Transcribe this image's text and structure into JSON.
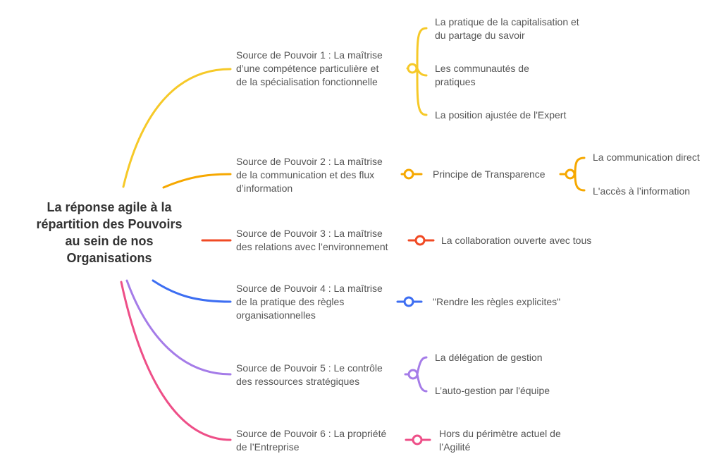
{
  "root": {
    "label": "La réponse agile à la\nrépartition des Pouvoirs\nau sein de nos\nOrganisations"
  },
  "colors": {
    "s1": "#f6c928",
    "s2": "#f6a800",
    "s3": "#f04a24",
    "s4": "#3d6ef2",
    "s5": "#a57ce8",
    "s6": "#ee4f88"
  },
  "branches": [
    {
      "label": "Source de Pouvoir 1 : La maîtrise\nd’une compétence particulière et\nde la spécialisation fonctionnelle",
      "children": [
        "La pratique de la capitalisation et\ndu partage du savoir",
        "Les communautés de\npratiques",
        "La position ajustée de l'Expert"
      ]
    },
    {
      "label": "Source de Pouvoir 2 : La maîtrise\nde la communication et des flux\nd’information",
      "children": [
        {
          "label": "Principe de Transparence",
          "children": [
            "La communication direct",
            "L'accès à l’information"
          ]
        }
      ]
    },
    {
      "label": "Source de Pouvoir 3 : La maîtrise\ndes relations avec l’environnement",
      "children": [
        "La collaboration ouverte avec tous"
      ]
    },
    {
      "label": "Source de Pouvoir 4 : La maîtrise\nde la pratique des règles\norganisationnelles",
      "children": [
        "\"Rendre les règles explicites\""
      ]
    },
    {
      "label": "Source de Pouvoir 5 : Le contrôle\ndes ressources stratégiques",
      "children": [
        "La délégation de gestion",
        "L’auto-gestion par l'équipe"
      ]
    },
    {
      "label": "Source de Pouvoir 6 : La propriété\nde l’Entreprise",
      "children": [
        "Hors du périmètre actuel de\nl’Agilité"
      ]
    }
  ]
}
